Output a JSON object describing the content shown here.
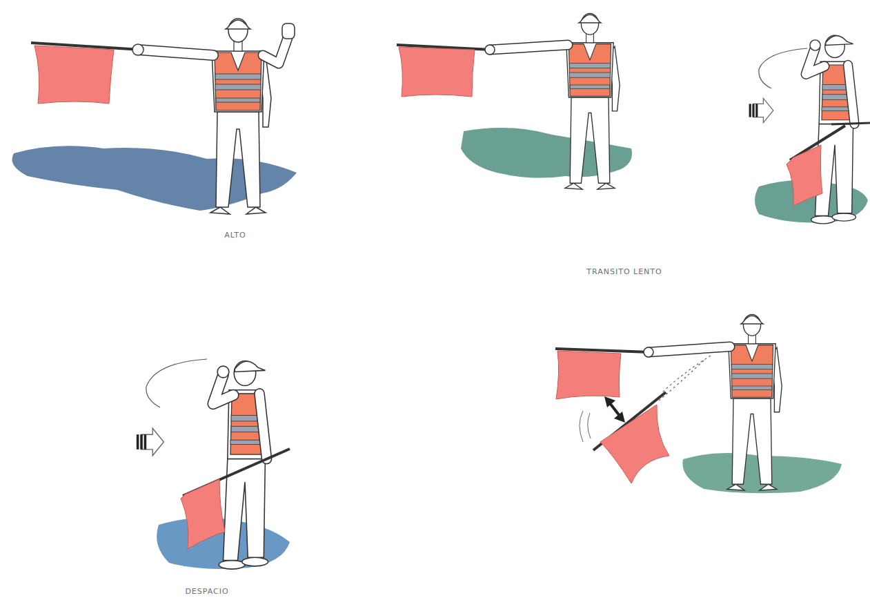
{
  "diagram": {
    "labels": [
      "ALTO",
      "TRANSITO LENTO",
      "DESPACIO"
    ]
  }
}
